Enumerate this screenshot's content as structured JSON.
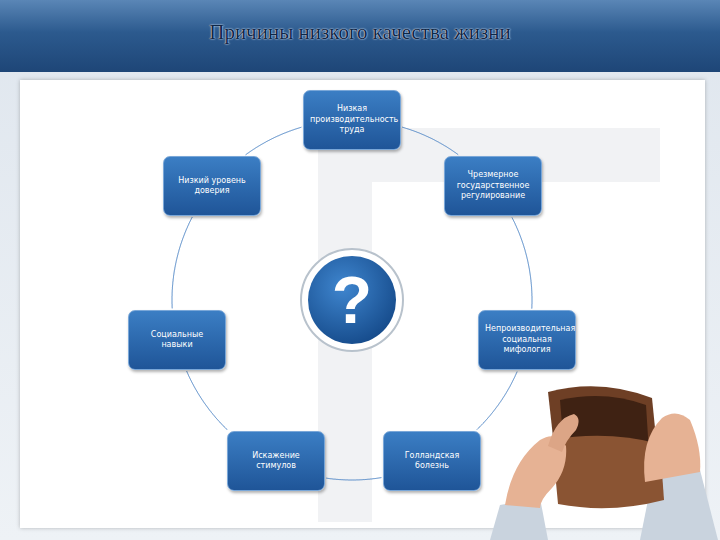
{
  "diagram": {
    "title": "Причины низкого качества жизни",
    "nodes": [
      {
        "text": [
          "Низкая производительность труда"
        ]
      },
      {
        "text": [
          "Низкий уровень доверия"
        ]
      },
      {
        "text": [
          "Чрезмерное государственное регулирование"
        ]
      },
      {
        "text": [
          "?"
        ]
      },
      {
        "text": [
          "Социальные навыки"
        ]
      },
      {
        "text": [
          "Непроизводительная социальная мифология"
        ]
      },
      {
        "text": [
          "Искажение стимулов"
        ]
      },
      {
        "text": [
          "Голландская болезнь"
        ]
      }
    ],
    "edges": [
      {
        "from": 0,
        "to": 2,
        "arrow": "none"
      },
      {
        "from": 2,
        "to": 5,
        "arrow": "none"
      },
      {
        "from": 5,
        "to": 7,
        "arrow": "none"
      },
      {
        "from": 7,
        "to": 6,
        "arrow": "none"
      },
      {
        "from": 6,
        "to": 4,
        "arrow": "none"
      },
      {
        "from": 4,
        "to": 1,
        "arrow": "none"
      },
      {
        "from": 1,
        "to": 0,
        "arrow": "none"
      }
    ]
  }
}
